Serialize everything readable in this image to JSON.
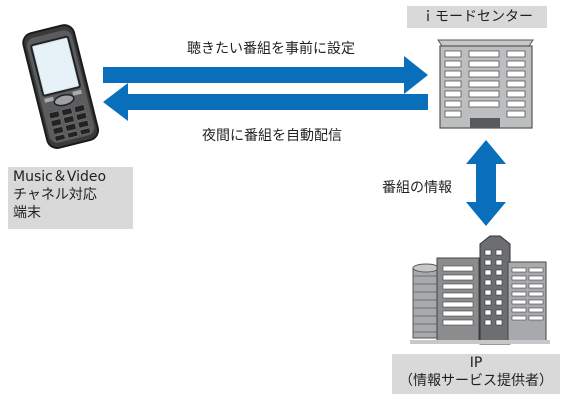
{
  "center": {
    "label": "ｉモードセンター"
  },
  "phone": {
    "label_line1": "Music＆Video",
    "label_line2": "チャネル対応",
    "label_line3": "端末"
  },
  "provider": {
    "label_line1": "IP",
    "label_line2": "（情報サービス提供者）"
  },
  "arrows": {
    "top_label": "聴きたい番組を事前に設定",
    "bottom_label": "夜間に番組を自動配信",
    "vertical_label": "番組の情報"
  },
  "colors": {
    "arrow": "#0a6fbb",
    "label_bg": "#d9d9da",
    "building": "#8a8c8e"
  }
}
